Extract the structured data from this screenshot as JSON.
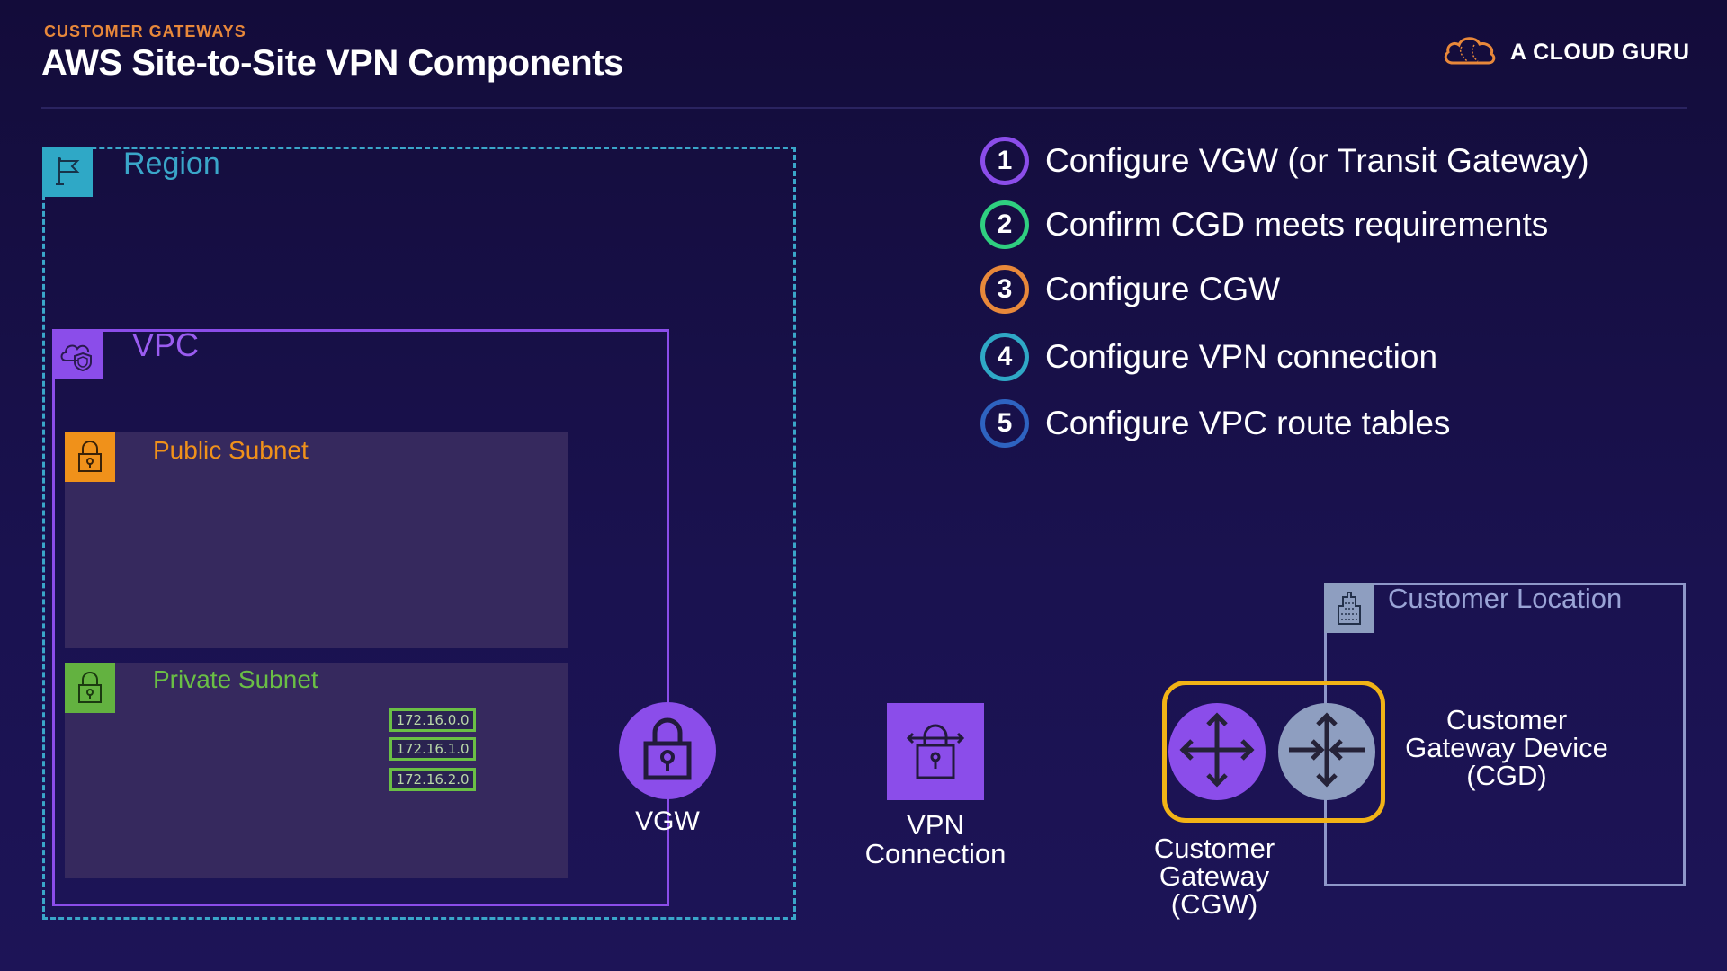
{
  "header": {
    "eyebrow": "CUSTOMER GATEWAYS",
    "title": "AWS Site-to-Site VPN Components",
    "logo_icon": "cloud-logo-icon",
    "logo_text": "A CLOUD GURU"
  },
  "diagram": {
    "region": {
      "label": "Region",
      "icon": "flag-icon",
      "color": "#3aa6c9"
    },
    "vpc": {
      "label": "VPC",
      "icon": "cloud-shield-icon",
      "color": "#8b4dea"
    },
    "public_subnet": {
      "label": "Public Subnet",
      "icon": "padlock-icon",
      "color": "#f0911a"
    },
    "private_subnet": {
      "label": "Private Subnet",
      "icon": "padlock-icon",
      "color": "#6abf45",
      "cidrs": [
        "172.16.0.0",
        "172.16.1.0",
        "172.16.2.0"
      ]
    },
    "vgw": {
      "label": "VGW",
      "icon": "padlock-icon"
    },
    "vpn_connection": {
      "label_line1": "VPN",
      "label_line2": "Connection",
      "icon": "vpn-lock-arrows-icon"
    },
    "customer_gateway": {
      "label_line1": "Customer",
      "label_line2": "Gateway",
      "label_line3": "(CGW)",
      "icons": [
        "router-expand-icon",
        "router-converge-icon"
      ],
      "highlight_color": "#f2b316"
    },
    "customer_location": {
      "label": "Customer Location",
      "icon": "building-icon"
    },
    "cgd": {
      "label_line1": "Customer",
      "label_line2": "Gateway Device",
      "label_line3": "(CGD)"
    }
  },
  "steps": [
    {
      "num": "1",
      "text": "Configure VGW (or Transit Gateway)",
      "color": "#8b4dea"
    },
    {
      "num": "2",
      "text": "Confirm CGD meets requirements",
      "color": "#2fcf80"
    },
    {
      "num": "3",
      "text": "Configure CGW",
      "color": "#e8883a"
    },
    {
      "num": "4",
      "text": "Configure VPN connection",
      "color": "#2fa8c6"
    },
    {
      "num": "5",
      "text": "Configure VPC route tables",
      "color": "#2e63c0"
    }
  ]
}
